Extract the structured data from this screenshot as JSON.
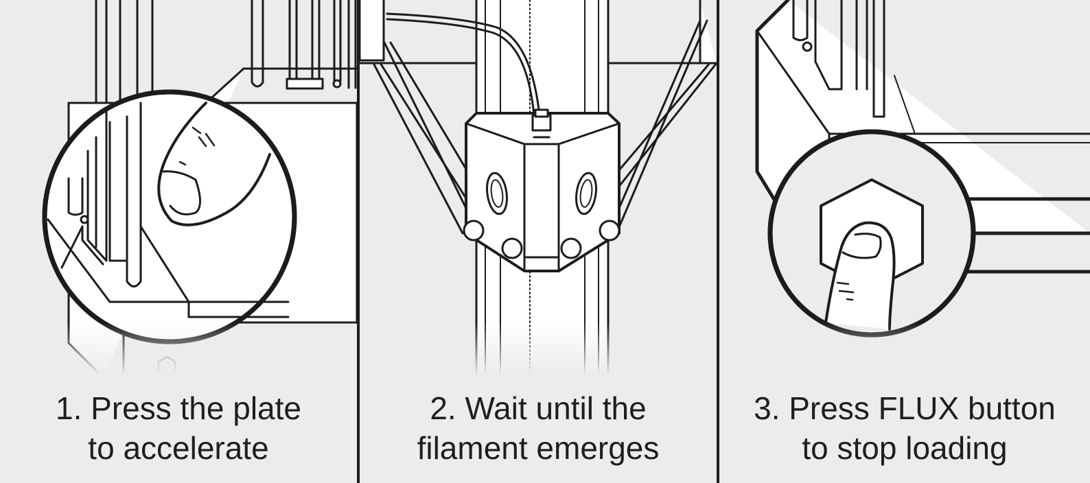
{
  "colors": {
    "background": "#ececec",
    "line": "#1c1c1c",
    "fill": "#ffffff"
  },
  "steps": [
    {
      "number": "1.",
      "line1": "1. Press the plate",
      "line2": "to accelerate",
      "icon": "finger-press-plate-icon"
    },
    {
      "number": "2.",
      "line1": "2. Wait until the",
      "line2": "filament emerges",
      "icon": "extruder-head-icon"
    },
    {
      "number": "3.",
      "line1": "3. Press FLUX button",
      "line2": "to stop loading",
      "icon": "finger-press-button-icon"
    }
  ]
}
